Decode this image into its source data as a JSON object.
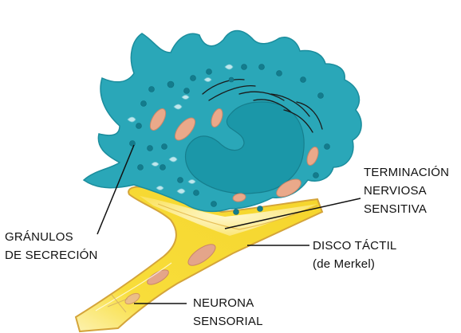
{
  "labels": {
    "termination": [
      "TERMINACIÓN",
      "NERVIOSA",
      "SENSITIVA"
    ],
    "granules": [
      "GRÁNULOS",
      "DE SECRECIÓN"
    ],
    "disc": [
      "DISCO TÁCTIL",
      "(de Merkel)"
    ],
    "neuron": [
      "NEURONA",
      "SENSORIAL"
    ]
  },
  "colors": {
    "cell": "#2aa7b8",
    "cell_edge": "#1a8b9c",
    "nucleus": "#1c97a7",
    "mitochondria": "#eaa98a",
    "granule": "#137c8d",
    "nerve_fiber": "#f6dc36",
    "nerve_edge": "#d9aa3a",
    "disc": "#fff6a8"
  }
}
